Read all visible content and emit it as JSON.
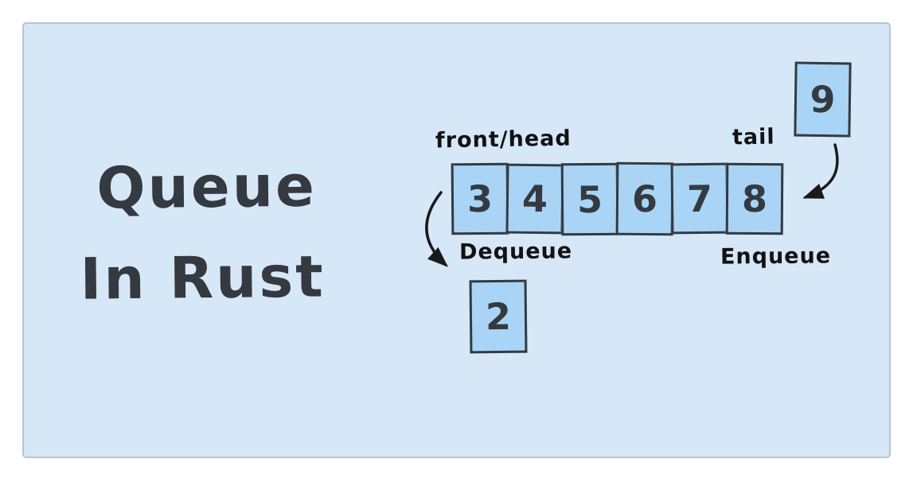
{
  "title": {
    "line1": "Queue",
    "line2": "In Rust"
  },
  "queue": {
    "cells": [
      "3",
      "4",
      "5",
      "6",
      "7",
      "8"
    ],
    "front_label": "front/head",
    "tail_label": "tail",
    "dequeue_label": "Dequeue",
    "enqueue_label": "Enqueue",
    "enqueue_value": "9",
    "dequeue_value": "2"
  },
  "colors": {
    "canvas_background": "#d6e7f8",
    "canvas_border": "#b9c3cf",
    "cell_fill": "#a9d4f5",
    "cell_stroke": "#343a40",
    "title_text": "#343a40",
    "label_text": "#121212",
    "arrow_stroke": "#1a1a1a"
  }
}
